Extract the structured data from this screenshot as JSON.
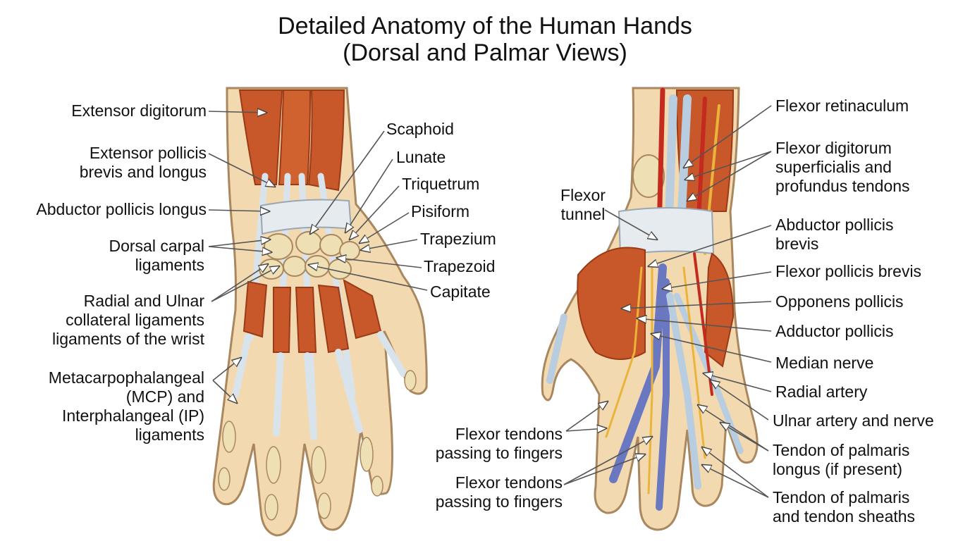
{
  "title": {
    "line1": "Detailed Anatomy of the Human Hands",
    "line2": "(Dorsal and Palmar Views)"
  },
  "dorsal_left_labels": [
    {
      "id": "extensor-digitorum",
      "lines": [
        "Extensor digitorum"
      ]
    },
    {
      "id": "extensor-pollicis",
      "lines": [
        "Extensor pollicis",
        "brevis and longus"
      ]
    },
    {
      "id": "abductor-pollicis-longus",
      "lines": [
        "Abductor pollicis longus"
      ]
    },
    {
      "id": "dorsal-carpal-ligaments",
      "lines": [
        "Dorsal carpal",
        "ligaments"
      ]
    },
    {
      "id": "collateral-ligaments",
      "lines": [
        "Radial and Ulnar",
        "collateral ligaments",
        "ligaments of the wrist"
      ]
    },
    {
      "id": "mcp-ip-ligaments",
      "lines": [
        "Metacarpophalangeal",
        "(MCP) and",
        "Interphalangeal (IP)",
        "ligaments"
      ]
    }
  ],
  "carpal_labels": [
    {
      "id": "scaphoid",
      "lines": [
        "Scaphoid"
      ]
    },
    {
      "id": "lunate",
      "lines": [
        "Lunate"
      ]
    },
    {
      "id": "triquetrum",
      "lines": [
        "Triquetrum"
      ]
    },
    {
      "id": "pisiform",
      "lines": [
        "Pisiform"
      ]
    },
    {
      "id": "trapezium",
      "lines": [
        "Trapezium"
      ]
    },
    {
      "id": "trapezoid",
      "lines": [
        "Trapezoid"
      ]
    },
    {
      "id": "capitate",
      "lines": [
        "Capitate"
      ]
    }
  ],
  "palmar_center_labels": [
    {
      "id": "flexor-tunnel",
      "lines": [
        "Flexor",
        "tunnel"
      ]
    },
    {
      "id": "flexor-tendons-1",
      "lines": [
        "Flexor tendons",
        "passing to fingers"
      ]
    },
    {
      "id": "flexor-tendons-2",
      "lines": [
        "Flexor tendons",
        "passing to fingers"
      ]
    }
  ],
  "palmar_right_labels": [
    {
      "id": "flexor-retinaculum",
      "lines": [
        "Flexor retinaculum"
      ]
    },
    {
      "id": "flexor-digitorum",
      "lines": [
        "Flexor digitorum",
        "superficialis and",
        "profundus tendons"
      ]
    },
    {
      "id": "abductor-pollicis-brevis",
      "lines": [
        "Abductor pollicis",
        "brevis"
      ]
    },
    {
      "id": "flexor-pollicis-brevis",
      "lines": [
        "Flexor pollicis brevis"
      ]
    },
    {
      "id": "opponens-pollicis",
      "lines": [
        "Opponens pollicis"
      ]
    },
    {
      "id": "adductor-pollicis",
      "lines": [
        "Adductor pollicis"
      ]
    },
    {
      "id": "median-nerve",
      "lines": [
        "Median nerve"
      ]
    },
    {
      "id": "radial-artery",
      "lines": [
        "Radial artery"
      ]
    },
    {
      "id": "ulnar-artery-nerve",
      "lines": [
        "Ulnar artery and nerve"
      ]
    },
    {
      "id": "tendon-palmaris-longus",
      "lines": [
        "Tendon of palmaris",
        "longus (if present)"
      ]
    },
    {
      "id": "tendon-palmaris-sheaths",
      "lines": [
        "Tendon of palmaris",
        "and tendon sheaths"
      ]
    }
  ],
  "colors": {
    "skin": "#f3d9b0",
    "skin_outline": "#a9875f",
    "muscle": "#c8582a",
    "muscle_dark": "#9a3a16",
    "bone": "#efdfb4",
    "ligament": "#d9e3ec",
    "tendon": "#b9cde0",
    "nerve_vessel_blue": "#6a78c2",
    "artery_red": "#c42a1e",
    "nerve_yellow": "#eab43a"
  }
}
